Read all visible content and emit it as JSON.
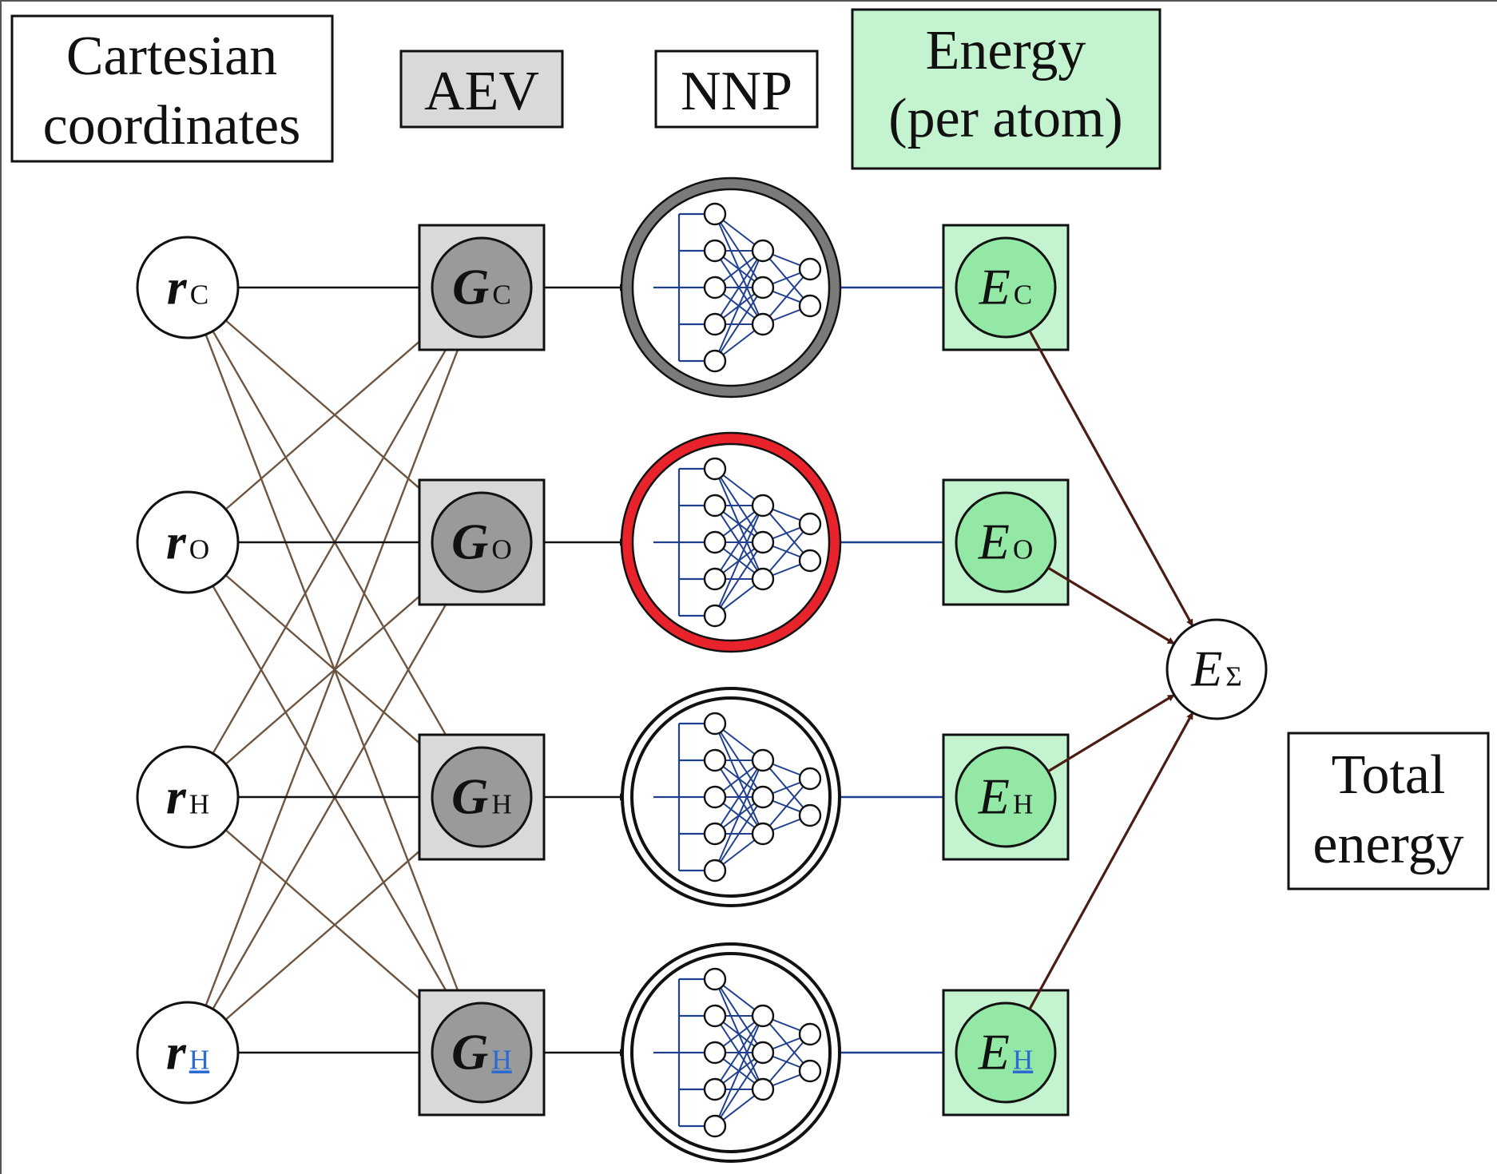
{
  "headers": {
    "cartesian": [
      "Cartesian",
      "coordinates"
    ],
    "aev": "AEV",
    "nnp": "NNP",
    "energy": [
      "Energy",
      "(per atom)"
    ],
    "total": [
      "Total",
      "energy"
    ]
  },
  "rows": [
    {
      "element": "C",
      "link": false,
      "nnp_ring": "gray"
    },
    {
      "element": "O",
      "link": false,
      "nnp_ring": "red"
    },
    {
      "element": "H",
      "link": false,
      "nnp_ring": "double"
    },
    {
      "element": "H",
      "link": true,
      "nnp_ring": "double"
    }
  ],
  "symbols": {
    "r": "r",
    "G": "G",
    "E": "E",
    "sum_sub": "Σ"
  },
  "colors": {
    "aev_box": "#d9d9d9",
    "aev_node": "#9a9a9a",
    "energy_box": "#c3f3cf",
    "energy_node": "#94e8a6",
    "gray_ring": "#7a7a7a",
    "red_ring": "#e8232c",
    "nn_edges": "#1f3f8f",
    "cross_arrows": "#6e5540",
    "sum_arrows": "#4a1c14",
    "link_text": "#2a6bd1"
  }
}
